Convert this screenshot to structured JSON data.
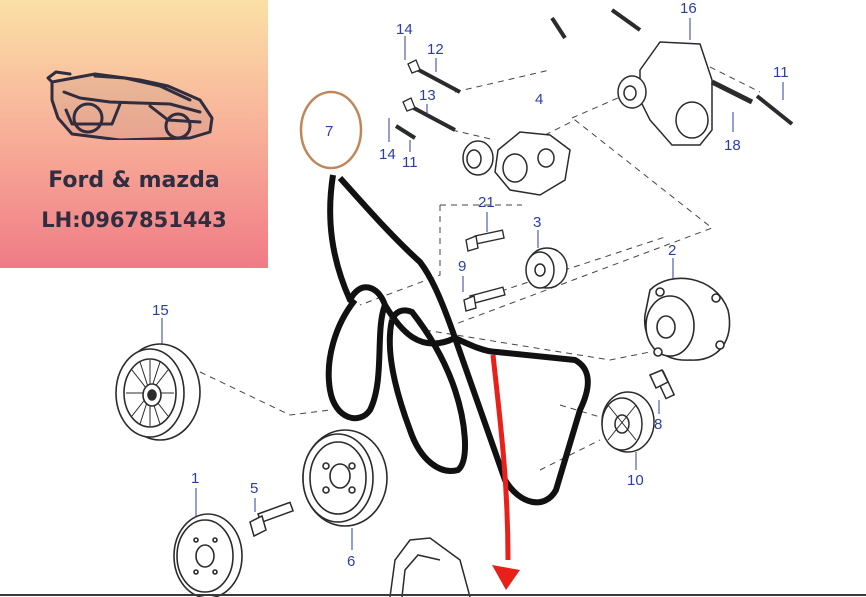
{
  "brand": {
    "name": "Ford & mazda",
    "phone": "LH:0967851443",
    "logo_icon": "sports-car-icon"
  },
  "callouts": {
    "c1": "1",
    "c2": "2",
    "c3": "3",
    "c4": "4",
    "c5": "5",
    "c6": "6",
    "c7": "7",
    "c8": "8",
    "c9": "9",
    "c10": "10",
    "c11a": "11",
    "c11b": "11",
    "c12": "12",
    "c13": "13",
    "c14a": "14",
    "c14b": "14",
    "c15": "15",
    "c16": "16",
    "c18": "18",
    "c21": "21"
  },
  "colors": {
    "callout": "#2a3ea8",
    "highlight_circle": "#c0865a",
    "arrow": "#e8201a",
    "belt": "#111111",
    "parts": "#2b2b2b"
  }
}
